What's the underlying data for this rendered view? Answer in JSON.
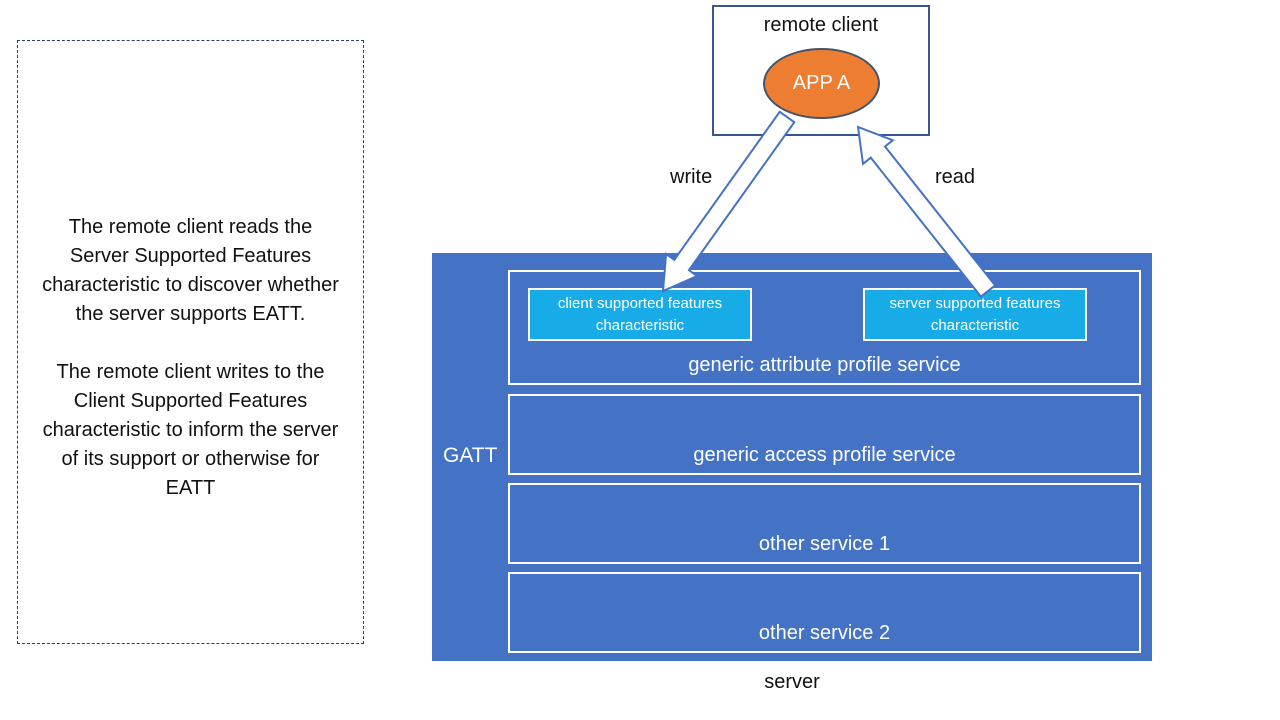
{
  "note": {
    "paragraph1": "The remote client reads the\nServer Supported Features\ncharacteristic to discover whether\nthe server supports EATT.",
    "paragraph2": "The remote client writes to the\nClient Supported Features\ncharacteristic to inform the server\nof its support or otherwise for\nEATT"
  },
  "remote_client": {
    "title": "remote client",
    "app_label": "APP A"
  },
  "arrows": {
    "write_label": "write",
    "read_label": "read"
  },
  "server": {
    "gatt_label": "GATT",
    "caption": "server",
    "services": [
      {
        "label": "generic attribute profile service"
      },
      {
        "label": "generic access profile service"
      },
      {
        "label": "other service 1"
      },
      {
        "label": "other service 2"
      }
    ],
    "characteristics": [
      {
        "label": "client supported features characteristic"
      },
      {
        "label": "server supported features characteristic"
      }
    ]
  },
  "colors": {
    "server_fill": "#4472c4",
    "characteristic_fill": "#17ace8",
    "app_fill": "#ed7d31",
    "note_border": "#2f3c6e",
    "box_border": "#35568f"
  }
}
